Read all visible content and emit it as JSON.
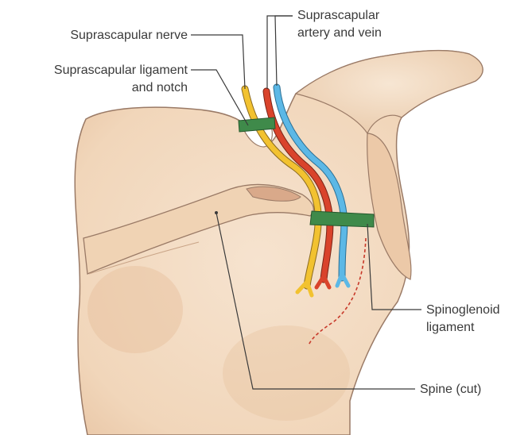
{
  "labels": {
    "suprascapular_nerve": "Suprascapular nerve",
    "suprascapular_vessels_line1": "Suprascapular",
    "suprascapular_vessels_line2": "artery and vein",
    "suprascapular_ligament_line1": "Suprascapular ligament",
    "suprascapular_ligament_line2": "and notch",
    "spinoglenoid_line1": "Spinoglenoid",
    "spinoglenoid_line2": "ligament",
    "spine_cut": "Spine (cut)"
  },
  "colors": {
    "bone": "#f3dcc4",
    "bone_shadow": "#e8c4a2",
    "bone_outline": "#9a7a66",
    "nerve": "#f2c230",
    "artery": "#d9432b",
    "vein": "#5cb8e6",
    "ligament": "#3f8a4a",
    "leader": "#3a3a3a"
  }
}
